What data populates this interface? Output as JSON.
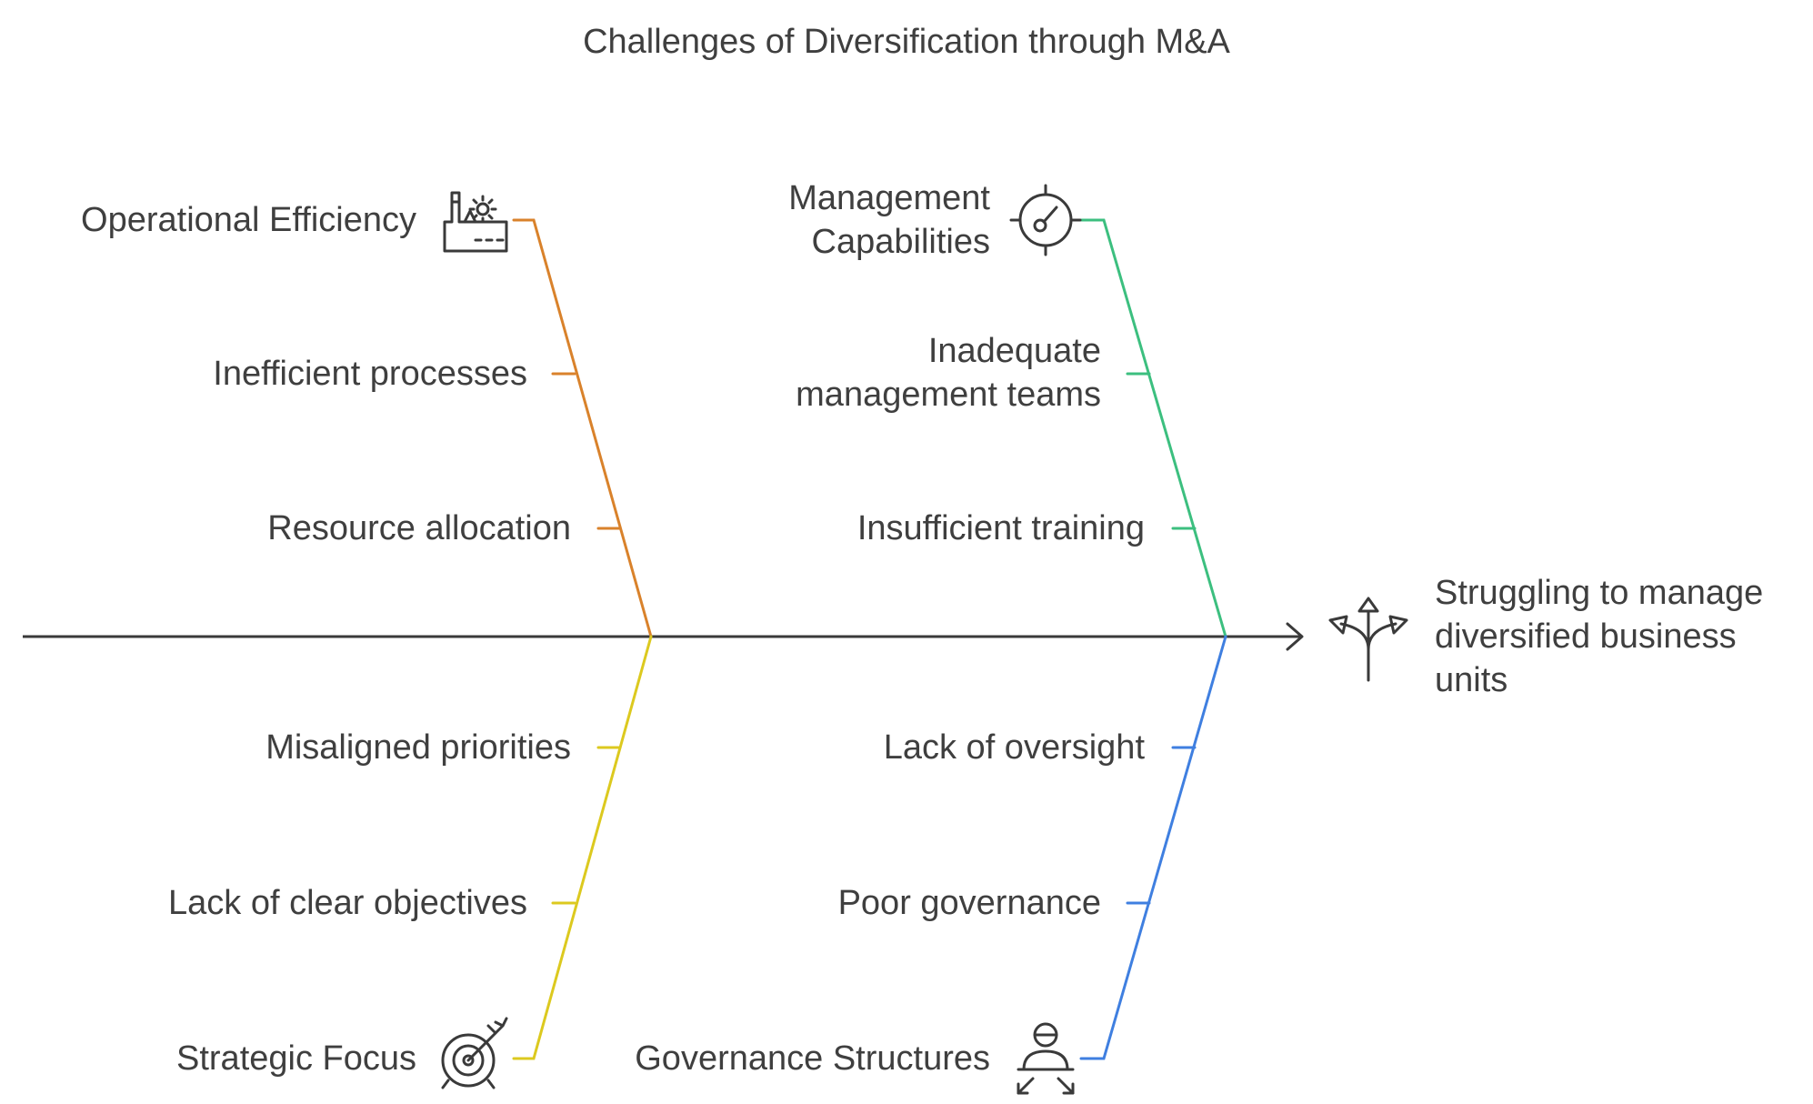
{
  "title": "Challenges of Diversification through M&A",
  "effect": {
    "lines": [
      "Struggling to manage",
      "diversified business",
      "units"
    ],
    "icon": "diverging-arrows-icon"
  },
  "categories": [
    {
      "id": "operational",
      "name": "Operational Efficiency",
      "icon": "factory-gear-icon",
      "color": "#d9822b",
      "causes": [
        "Inefficient processes",
        "Resource allocation"
      ]
    },
    {
      "id": "management",
      "name_lines": [
        "Management",
        "Capabilities"
      ],
      "icon": "gauge-target-icon",
      "color": "#3cbf7f",
      "causes": [
        [
          "Inadequate",
          "management teams"
        ],
        "Insufficient training"
      ]
    },
    {
      "id": "strategic",
      "name": "Strategic Focus",
      "icon": "target-arrow-icon",
      "color": "#dcc91f",
      "causes": [
        "Misaligned priorities",
        "Lack of clear objectives"
      ]
    },
    {
      "id": "governance",
      "name": "Governance Structures",
      "icon": "person-arrows-icon",
      "color": "#3f7fe0",
      "causes": [
        "Lack of oversight",
        "Poor governance"
      ]
    }
  ]
}
